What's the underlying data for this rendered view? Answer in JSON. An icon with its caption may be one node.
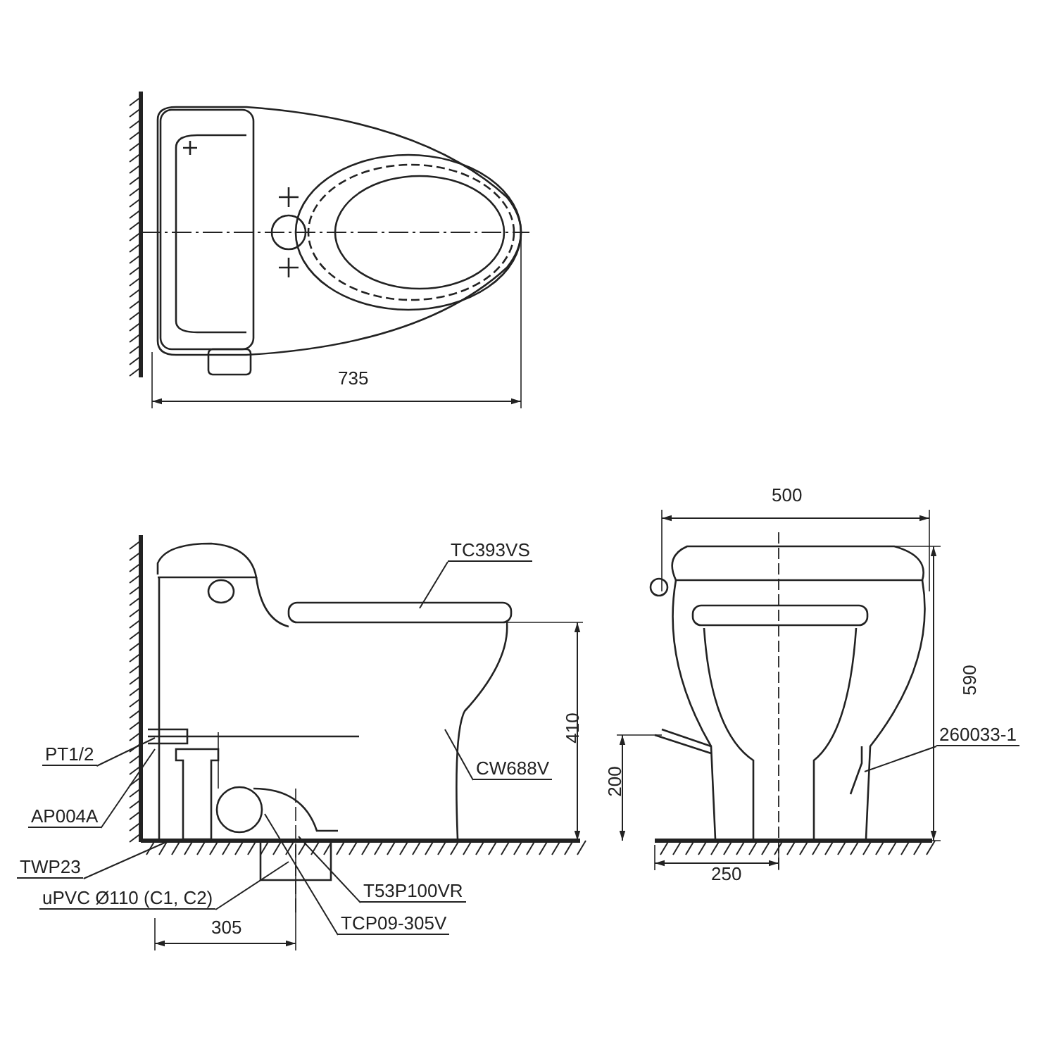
{
  "diagram": {
    "nodes": [
      {
        "text": [
          "TC393VS"
        ]
      },
      {
        "text": [
          "PT1/2"
        ]
      },
      {
        "text": [
          "CW688V"
        ]
      },
      {
        "text": [
          "AP004A"
        ]
      },
      {
        "text": [
          "TWP23"
        ]
      },
      {
        "text": [
          "uPVC Ø110 (C1, C2)"
        ]
      },
      {
        "text": [
          "T53P100VR"
        ]
      },
      {
        "text": [
          "TCP09-305V"
        ]
      },
      {
        "text": [
          "260033-1"
        ]
      }
    ],
    "edges": [
      {
        "from": 0,
        "to": null,
        "arrow": "none"
      },
      {
        "from": 1,
        "to": null,
        "arrow": "none"
      },
      {
        "from": 2,
        "to": null,
        "arrow": "none"
      },
      {
        "from": 3,
        "to": null,
        "arrow": "none"
      },
      {
        "from": 4,
        "to": null,
        "arrow": "none"
      },
      {
        "from": 5,
        "to": null,
        "arrow": "none"
      },
      {
        "from": 6,
        "to": null,
        "arrow": "none"
      },
      {
        "from": 7,
        "to": null,
        "arrow": "none"
      },
      {
        "from": 8,
        "to": null,
        "arrow": "none"
      }
    ],
    "labels": [
      "735",
      "500",
      "410",
      "590",
      "200",
      "305",
      "250"
    ]
  }
}
